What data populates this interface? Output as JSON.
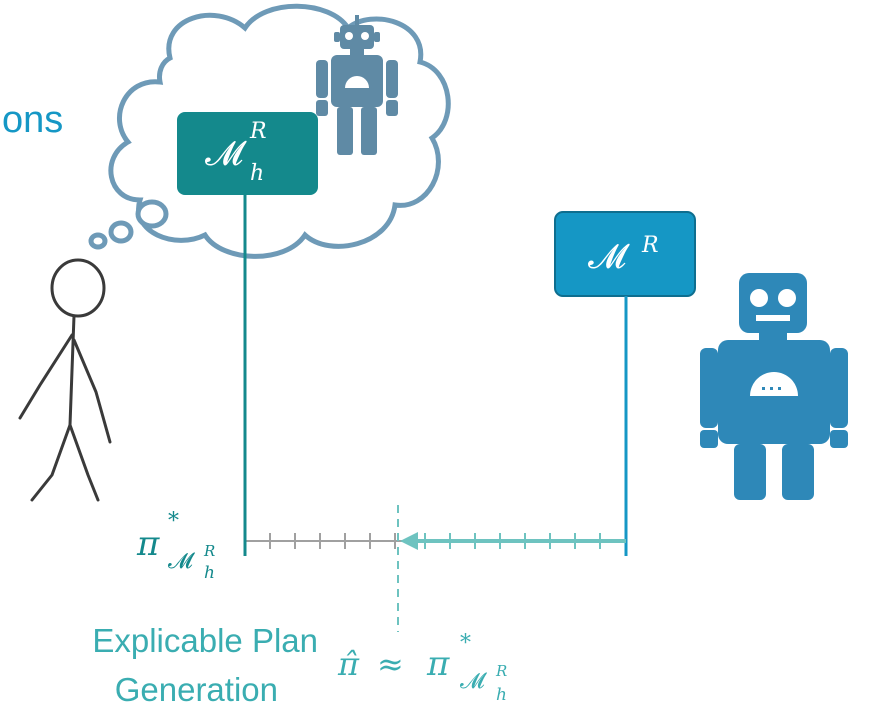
{
  "heading_fragment": "ons",
  "thought_model": {
    "symbol": "𝓜",
    "subscript": "h",
    "superscript": "R"
  },
  "robot_model": {
    "symbol": "𝓜",
    "superscript": "R"
  },
  "optimal_plan_label": {
    "symbol": "π",
    "star": "*",
    "sub_symbol": "𝓜",
    "sub_subscript": "h",
    "sub_superscript": "R"
  },
  "caption": {
    "line1": "Explicable Plan",
    "line2": "Generation"
  },
  "approx_formula": {
    "lhs": "π̂",
    "op": "≈",
    "rhs_symbol": "π",
    "rhs_star": "*",
    "rhs_sub_symbol": "𝓜",
    "rhs_sub_subscript": "h",
    "rhs_sub_superscript": "R"
  },
  "colors": {
    "teal_dark": "#11898A",
    "teal_box": "#14898C",
    "blue_box": "#1597C5",
    "blue_text": "#1597C5",
    "teal_text": "#3AADB1",
    "arrow": "#6EC3C0",
    "gray_axis": "#A0A0A0",
    "robot_big": "#2E88B8",
    "robot_small": "#5F8AA5",
    "cloud": "#6E9AB7",
    "stick": "#3A3A3A"
  },
  "icons": [
    "thought-cloud-icon",
    "small-robot-icon",
    "robot-icon",
    "stick-figure-icon",
    "arrow-left-icon"
  ]
}
